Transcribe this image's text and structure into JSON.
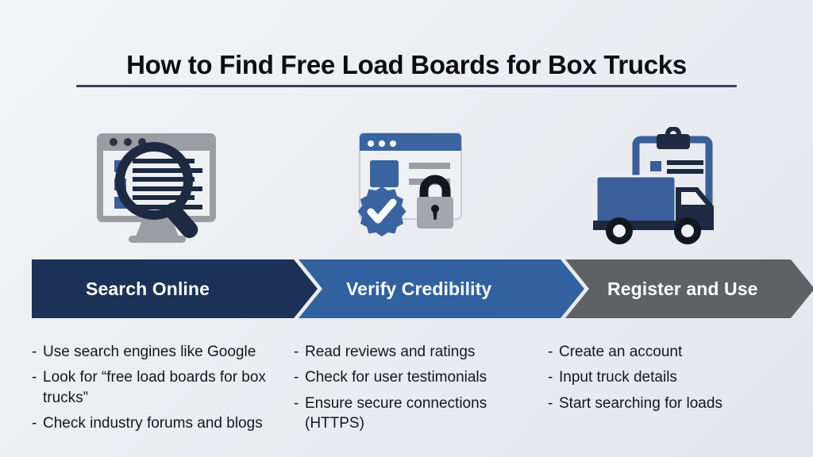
{
  "slide": {
    "title": "How to Find Free Load Boards for Box Trucks",
    "background_start": "#f3f4f7",
    "background_end": "#e3e6ec",
    "title_underline_color": "#33415c"
  },
  "steps": [
    {
      "label": "Search Online",
      "banner_color": "#1b3158",
      "icon": "monitor-magnifier-icon",
      "bullets": [
        "Use search engines like Google",
        "Look for “free load boards for box trucks”",
        "Check industry forums and blogs"
      ]
    },
    {
      "label": "Verify Credibility",
      "banner_color": "#31629f",
      "icon": "browser-verified-lock-icon",
      "bullets": [
        "Read reviews and ratings",
        "Check for user testimonials",
        "Ensure secure connections (HTTPS)"
      ]
    },
    {
      "label": "Register and Use",
      "banner_color": "#5f6165",
      "icon": "box-truck-clipboard-icon",
      "bullets": [
        "Create an account",
        "Input truck details",
        "Start searching for loads"
      ]
    }
  ],
  "bullet_marker": "-",
  "palette": {
    "navy_dark": "#1b3158",
    "blue_mid": "#31629f",
    "gray_mid": "#5f6165",
    "icon_navy": "#1d2a42",
    "icon_blue": "#3a5f99",
    "icon_gray": "#9a9ea3",
    "icon_light": "#eef0f3",
    "text_dark": "#15171a",
    "white": "#ffffff"
  }
}
